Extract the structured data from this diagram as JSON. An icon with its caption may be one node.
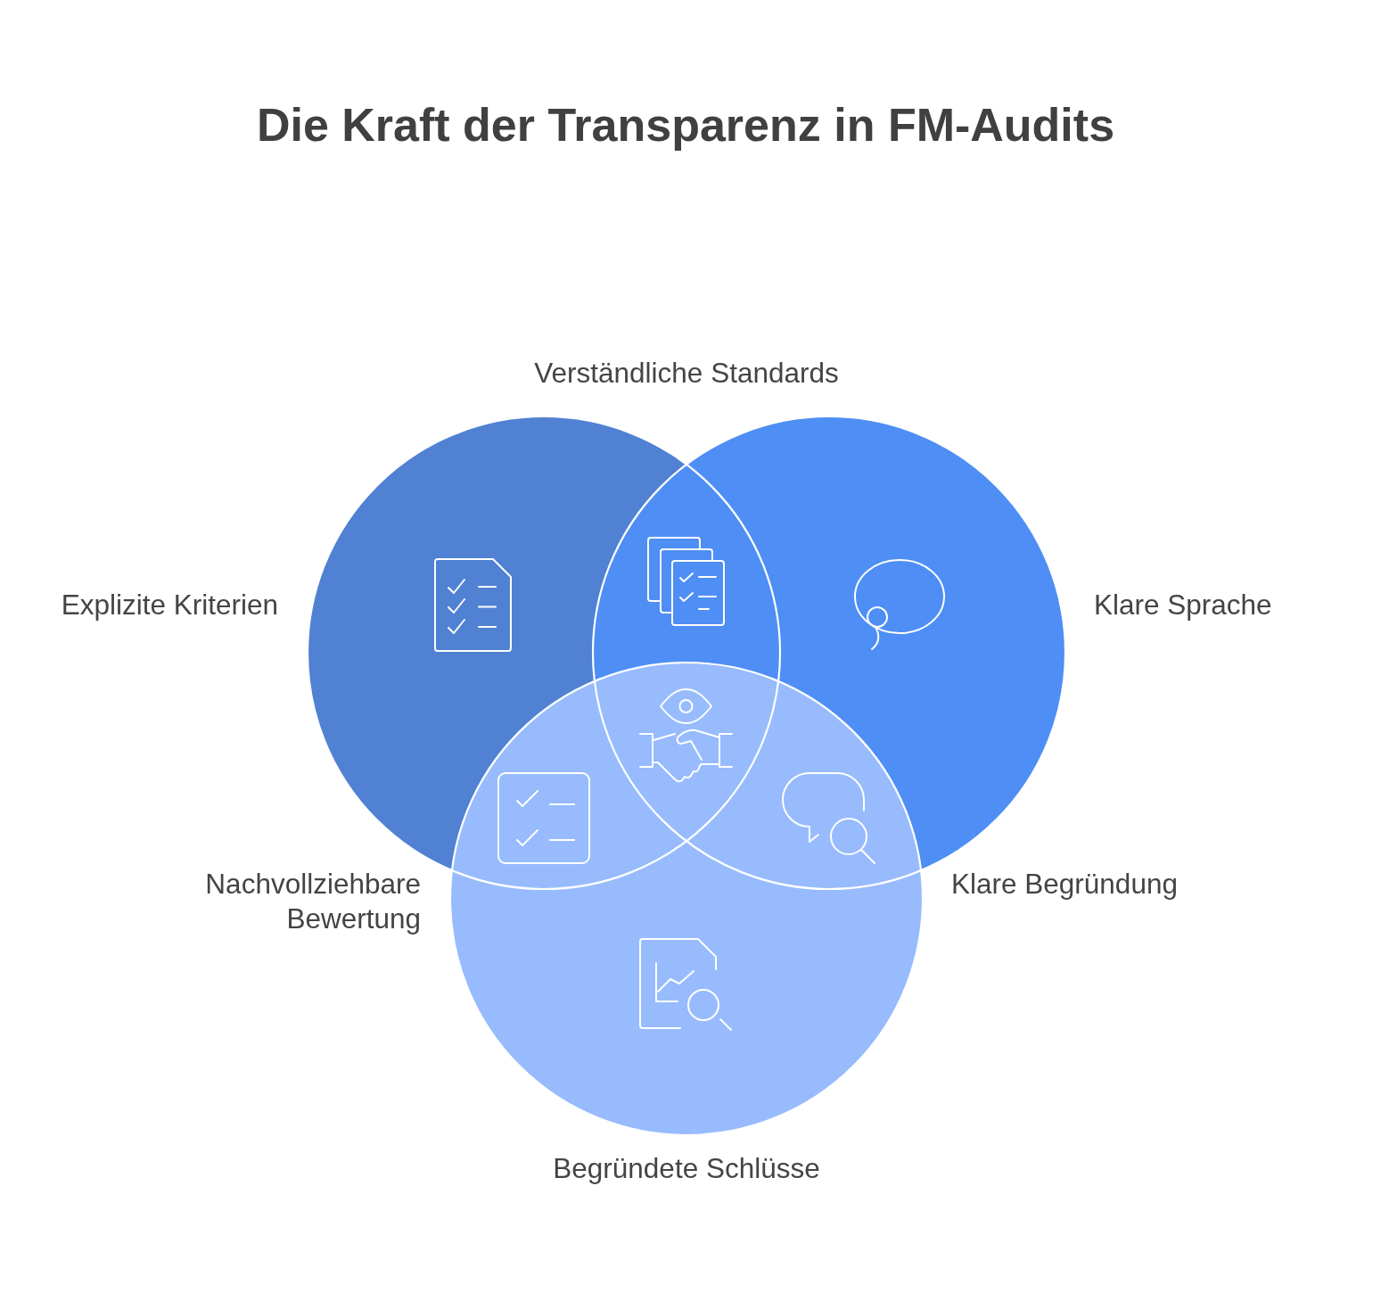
{
  "diagram": {
    "title": "Die Kraft der Transparenz in FM-Audits",
    "nodes": [
      {
        "text": [
          "Explizite Kriterien"
        ]
      },
      {
        "text": [
          "Klare Sprache"
        ]
      },
      {
        "text": [
          "Begründete Schlüsse"
        ]
      }
    ],
    "labels": [
      "Verständliche Standards",
      "Nachvollziehbare Bewertung",
      "Klare Begründung"
    ]
  }
}
